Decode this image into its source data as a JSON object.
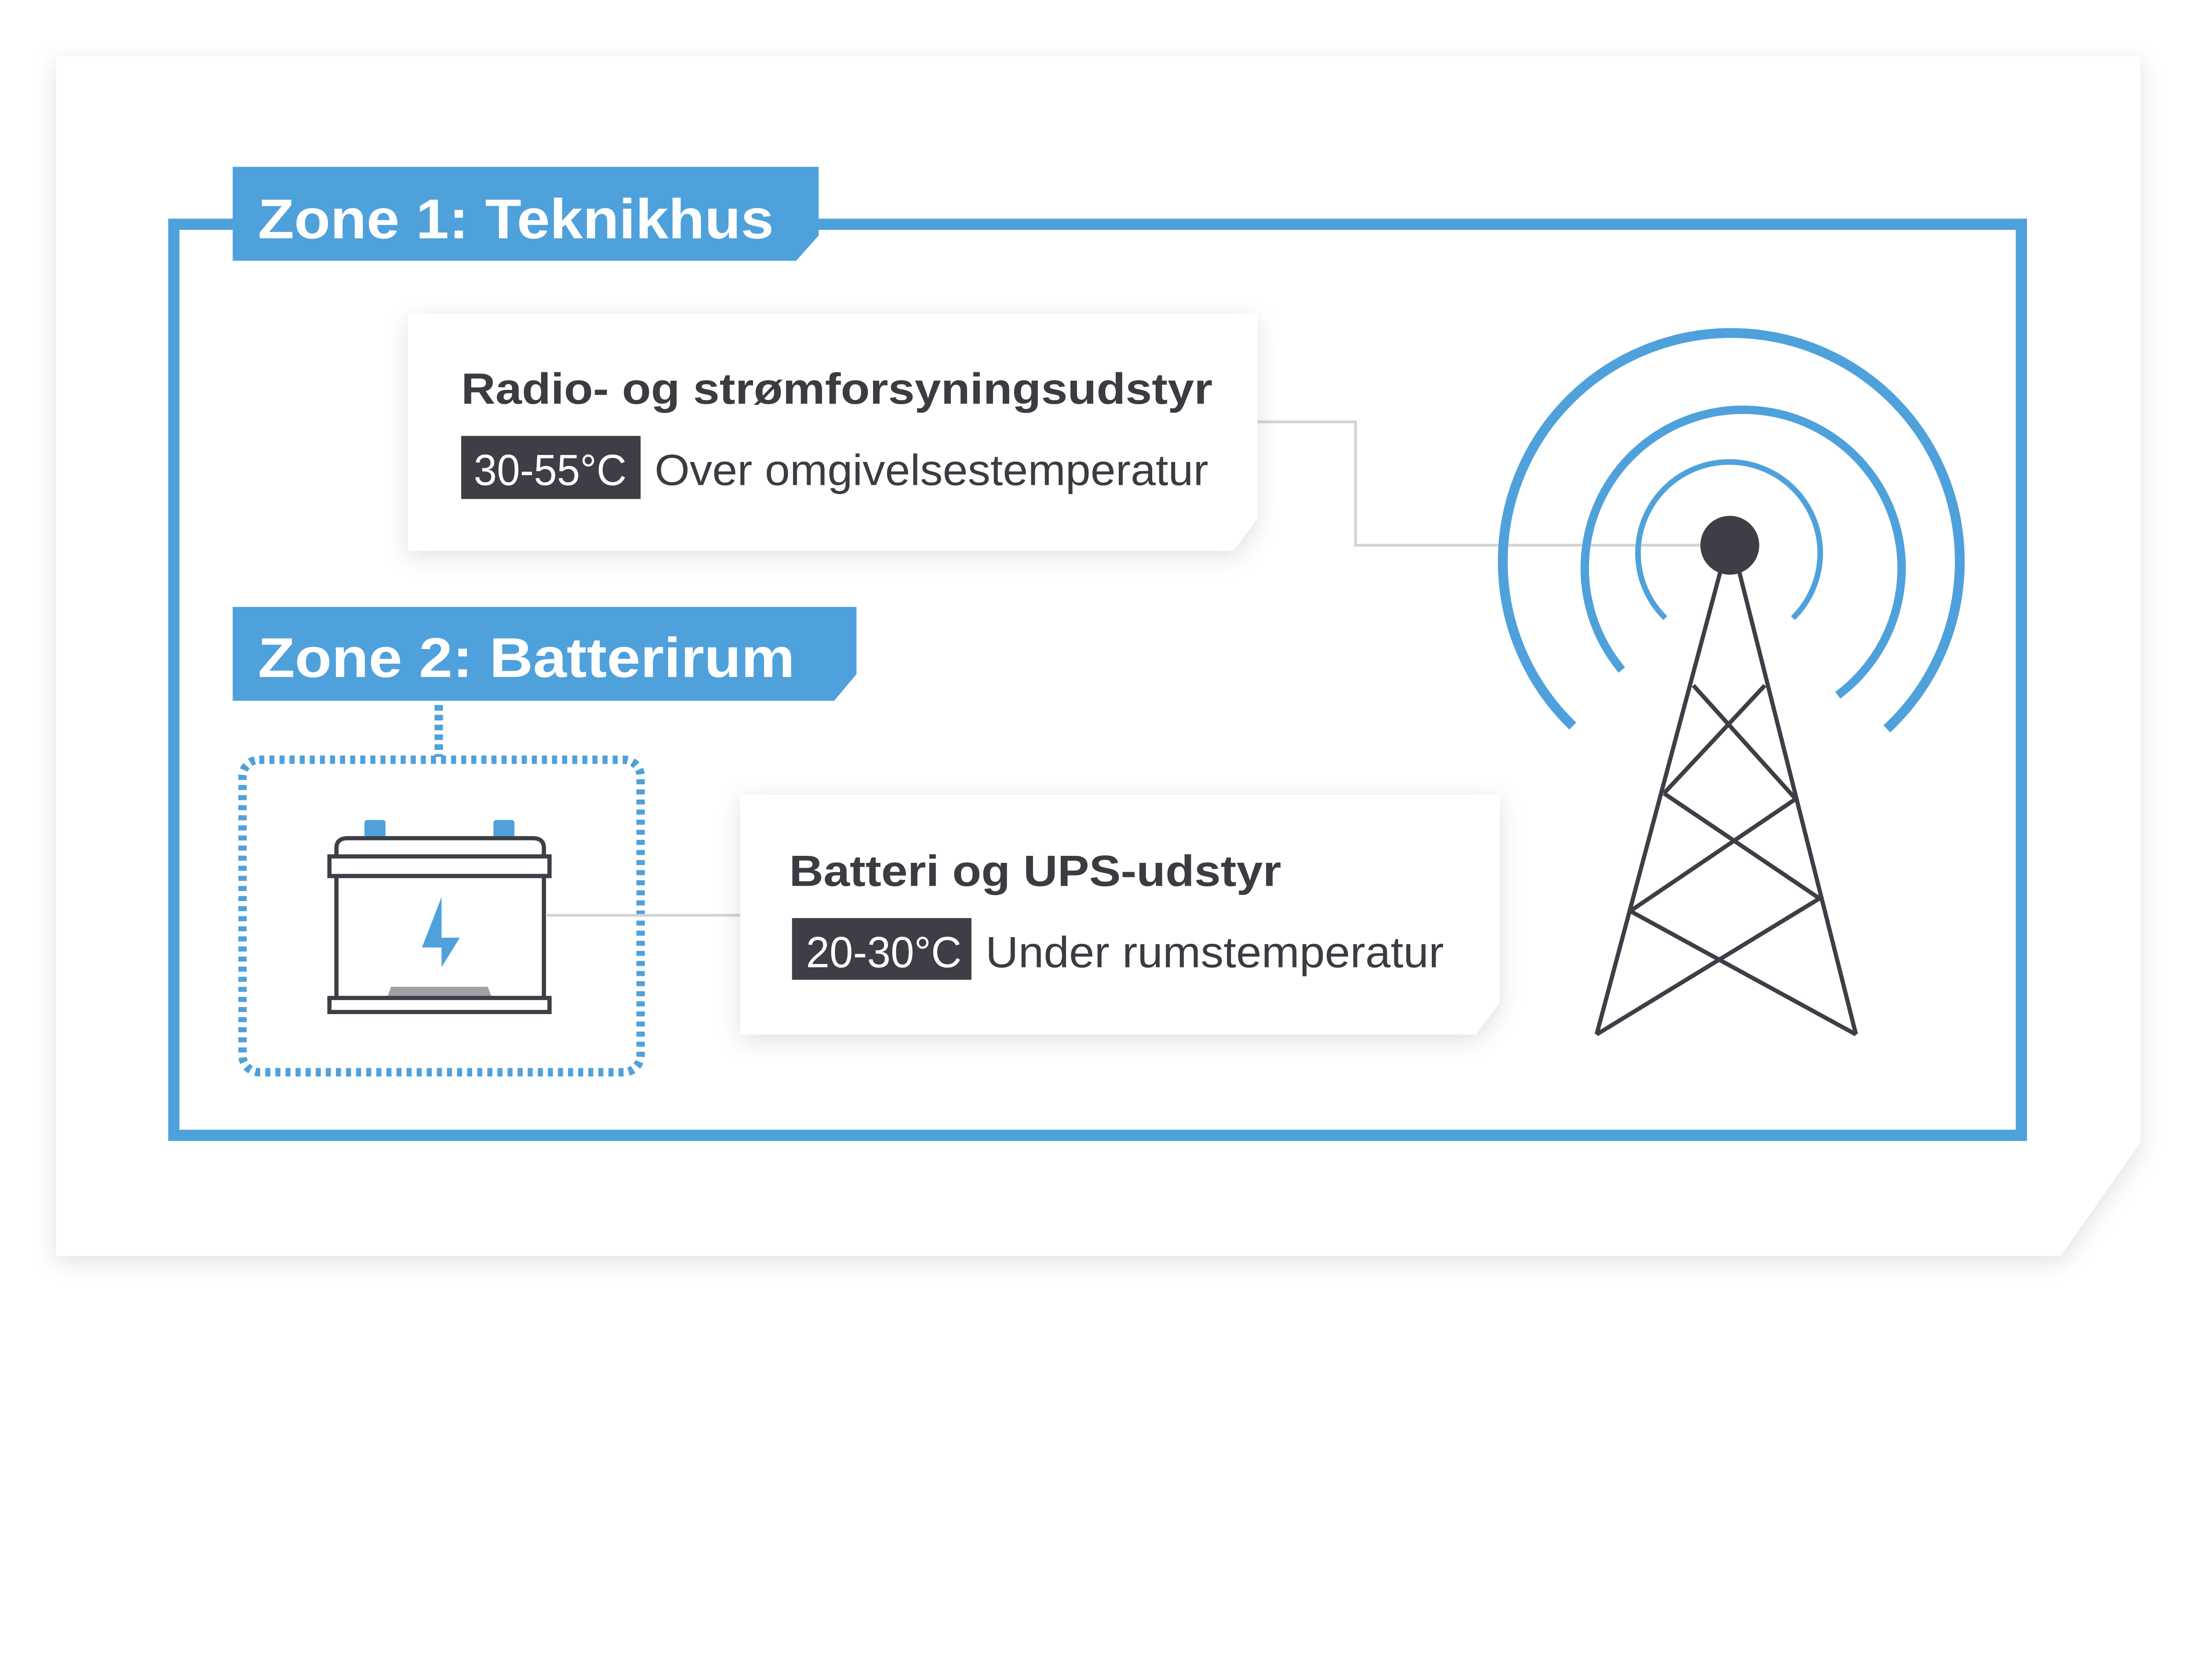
{
  "colors": {
    "accent": "#4fa1dc",
    "dark": "#3d3e46",
    "connector": "#d4d4d4",
    "pad": "#a0a1a5"
  },
  "zone1": {
    "label": "Zone 1: Teknikhus",
    "equipment": {
      "title": "Radio- og strømforsyningsudstyr",
      "temp_range": "30-55°C",
      "description": "Over omgivelsestemperatur"
    }
  },
  "zone2": {
    "label": "Zone 2: Batterirum",
    "equipment": {
      "title": "Batteri og UPS-udstyr",
      "temp_range": "20-30°C",
      "description": "Under rumstemperatur"
    }
  },
  "icons": {
    "tower": "radio-tower-icon",
    "battery": "battery-icon"
  }
}
